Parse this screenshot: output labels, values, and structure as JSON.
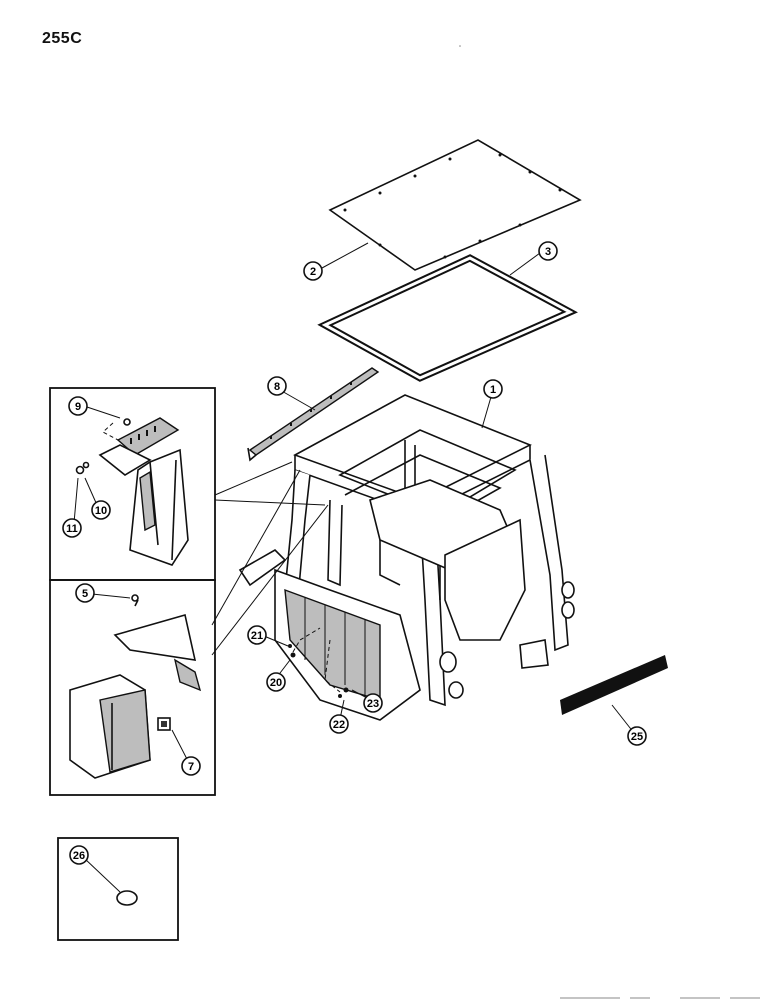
{
  "page": {
    "label": "255C"
  },
  "callouts": {
    "c1": "1",
    "c2": "2",
    "c3": "3",
    "c5": "5",
    "c7": "7",
    "c8": "8",
    "c9": "9",
    "c10": "10",
    "c11": "11",
    "c20": "20",
    "c21": "21",
    "c22": "22",
    "c23": "23",
    "c25": "25",
    "c26": "26"
  }
}
